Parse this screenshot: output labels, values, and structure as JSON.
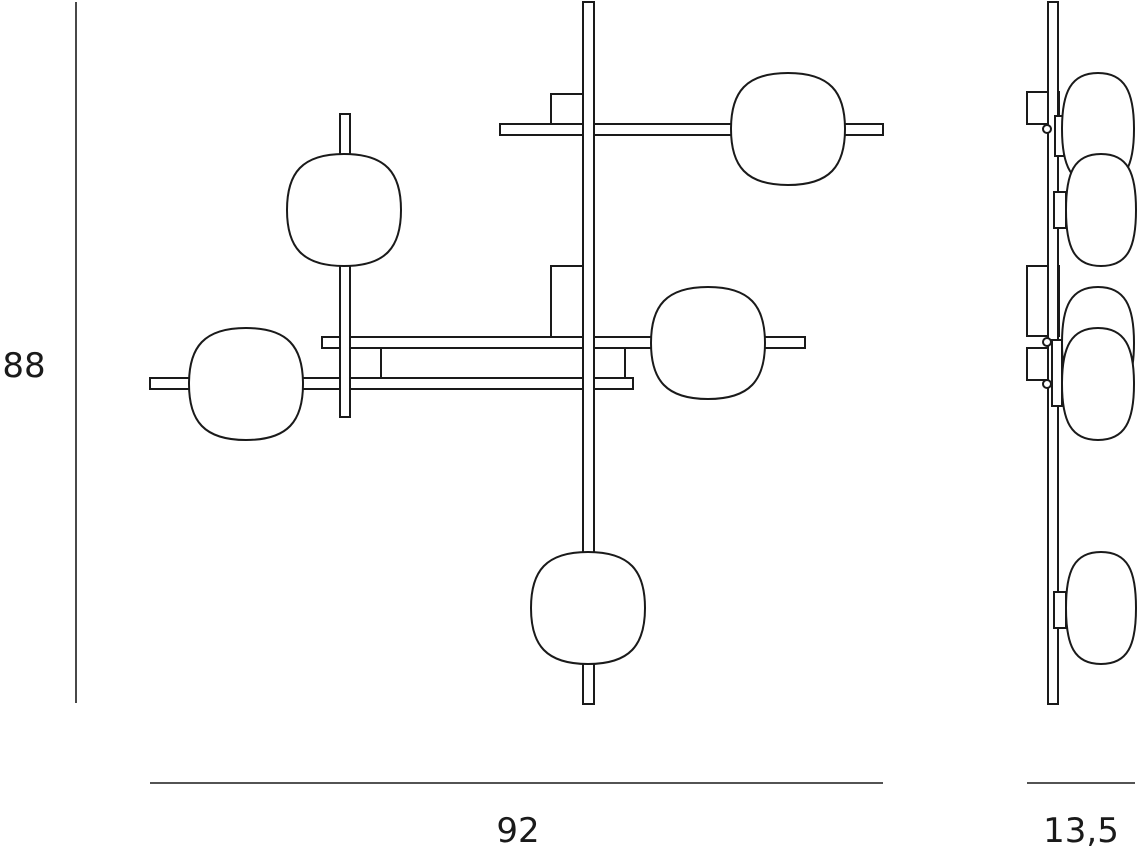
{
  "dimensions": {
    "height_label": "88",
    "width_label": "92",
    "depth_label": "13,5"
  },
  "colors": {
    "stroke": "#1a1a1a",
    "background": "#ffffff"
  }
}
